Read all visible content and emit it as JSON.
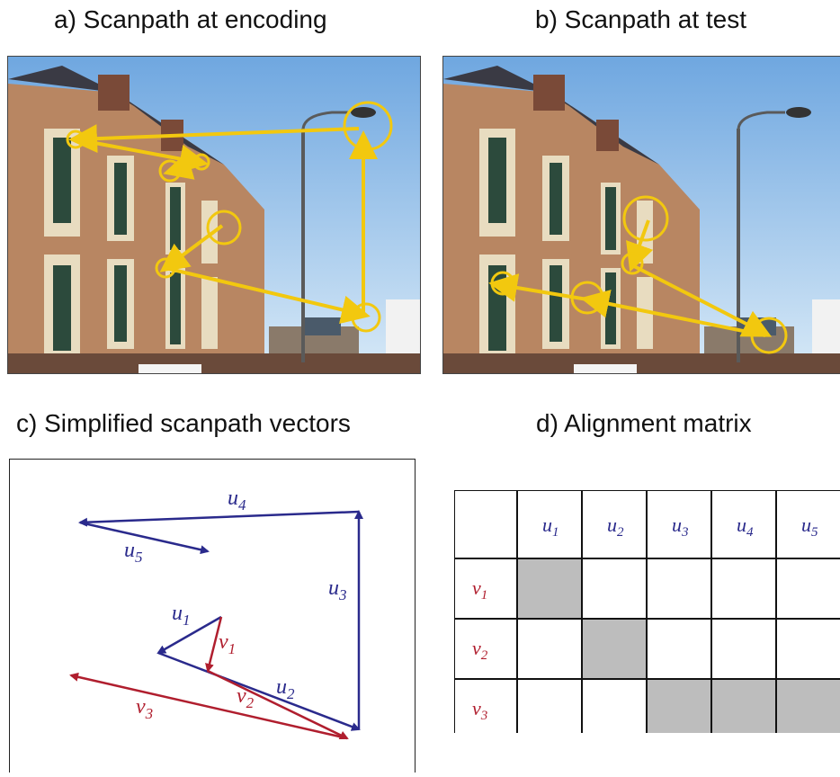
{
  "titles": {
    "a": "a) Scanpath at encoding",
    "b": "b) Scanpath at test",
    "c": "c) Simplified scanpath vectors",
    "d": "d) Alignment matrix"
  },
  "colors": {
    "scanpath": "#f2c80f",
    "u_vectors": "#2a2a8c",
    "v_vectors": "#b01e2e",
    "matrix_fill": "#bdbdbd"
  },
  "vectors": {
    "u": [
      "u1",
      "u2",
      "u3",
      "u4",
      "u5"
    ],
    "v": [
      "v1",
      "v2",
      "v3"
    ]
  },
  "matrix": {
    "col_headers": [
      {
        "base": "u",
        "sub": "1"
      },
      {
        "base": "u",
        "sub": "2"
      },
      {
        "base": "u",
        "sub": "3"
      },
      {
        "base": "u",
        "sub": "4"
      },
      {
        "base": "u",
        "sub": "5"
      }
    ],
    "row_headers": [
      {
        "base": "v",
        "sub": "1"
      },
      {
        "base": "v",
        "sub": "2"
      },
      {
        "base": "v",
        "sub": "3"
      }
    ],
    "filled": [
      [
        true,
        false,
        false,
        false,
        false
      ],
      [
        false,
        true,
        false,
        false,
        false
      ],
      [
        false,
        false,
        true,
        true,
        true
      ]
    ]
  }
}
